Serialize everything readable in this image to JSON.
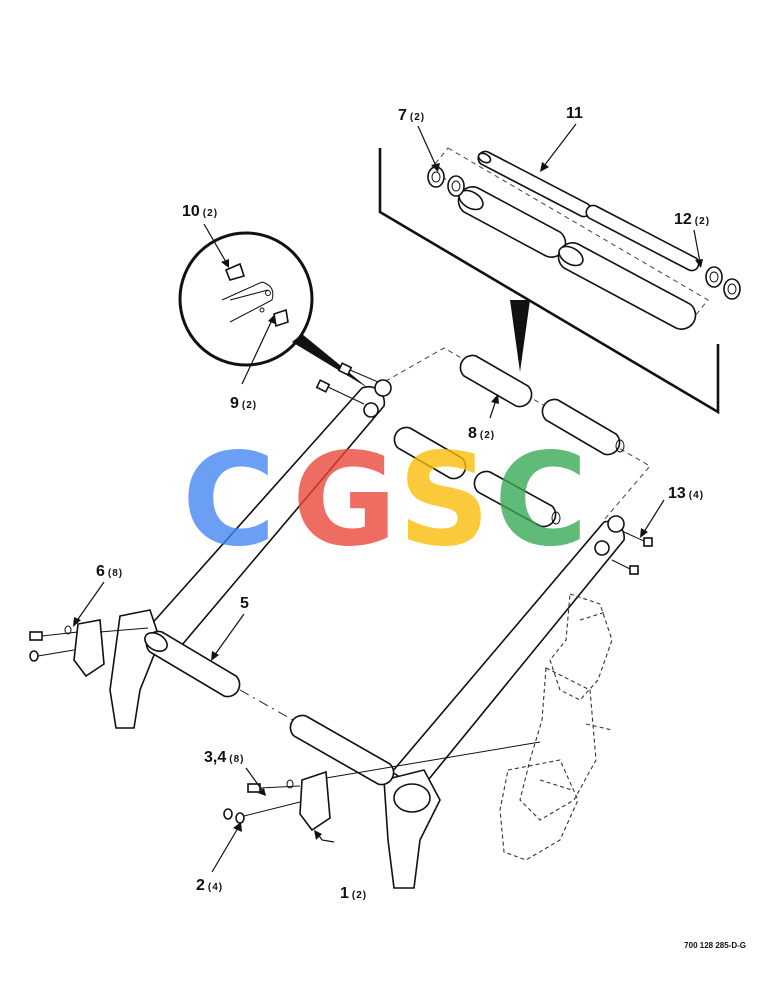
{
  "callouts": [
    {
      "num": "1",
      "qty": "(2)"
    },
    {
      "num": "2",
      "qty": "(4)"
    },
    {
      "num": "3,4",
      "qty": "(8)"
    },
    {
      "num": "5",
      "qty": ""
    },
    {
      "num": "6",
      "qty": "(8)"
    },
    {
      "num": "7",
      "qty": "(2)"
    },
    {
      "num": "8",
      "qty": "(2)"
    },
    {
      "num": "9",
      "qty": "(2)"
    },
    {
      "num": "10",
      "qty": "(2)"
    },
    {
      "num": "11",
      "qty": ""
    },
    {
      "num": "12",
      "qty": "(2)"
    },
    {
      "num": "13",
      "qty": "(4)"
    }
  ],
  "drawing_number": "700 128 285-D-G",
  "watermark": {
    "letters": [
      "C",
      "G",
      "S",
      "C"
    ],
    "colors": [
      "#4285F4",
      "#EA4335",
      "#FBBC05",
      "#34A853"
    ]
  }
}
